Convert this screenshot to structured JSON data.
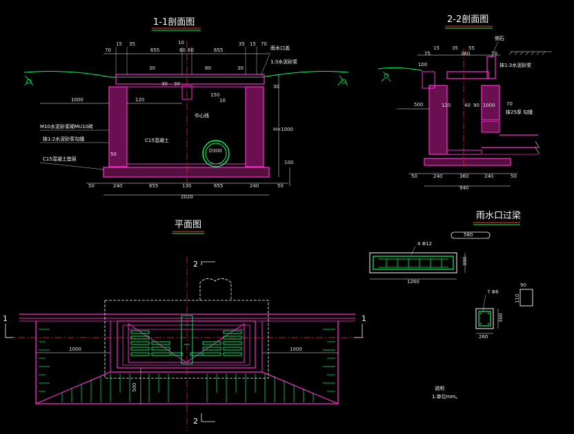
{
  "titles": {
    "section_1": "1-1剖面图",
    "section_2": "2-2剖面图",
    "plan": "平面图",
    "grate": "雨水口过梁"
  },
  "section_1": {
    "top_dims": [
      "70",
      "15",
      "35",
      "655",
      "10",
      "60",
      "60",
      "655",
      "35",
      "15",
      "70"
    ],
    "v_dims": [
      "30",
      "30",
      "80",
      "30",
      "30",
      "150",
      "10",
      "30",
      "H=1000",
      "100",
      "50"
    ],
    "h_dims": [
      "50",
      "240",
      "655",
      "130",
      "655",
      "240",
      "50"
    ],
    "overall_width": "2020",
    "left_offset": "1000",
    "inner_dim": "120",
    "pipe_label": "D300",
    "labels": {
      "cover": "雨水口盖",
      "mortar_top": "1:3水泥砂浆",
      "wall_material": "M10水泥砂浆砌MU10砖",
      "plaster": "抹1:2水泥砂浆勾缝",
      "base_concrete": "C15混凝土垫层",
      "fill_concrete": "C15混凝土",
      "center": "中心线"
    }
  },
  "section_2": {
    "top_dims": [
      "15",
      "35",
      "55",
      "75",
      "360",
      "70"
    ],
    "h_dims": [
      "50",
      "240",
      "360",
      "240",
      "50"
    ],
    "overall_width": "940",
    "left_offset": "500",
    "v_dims": [
      "100",
      "120",
      "40",
      "90",
      "1000",
      "70"
    ],
    "labels": {
      "kerb": "侧石",
      "mortar": "抹1:3水泥砂浆",
      "pipe": "抹25厚 勾缝"
    }
  },
  "plan": {
    "section_marks": [
      "1",
      "1",
      "2",
      "2"
    ],
    "dims": [
      "1000",
      "1000",
      "500"
    ]
  },
  "grate": {
    "length": "1260",
    "height": "300",
    "top_dim": "580",
    "rebar": "4 Φ12",
    "small_rebar": "7 Φ6",
    "small_width": "260",
    "small_height": "300",
    "side_w": "90",
    "side_h": "110"
  },
  "notes": {
    "heading": "说明",
    "line1": "1.单位mm。"
  }
}
